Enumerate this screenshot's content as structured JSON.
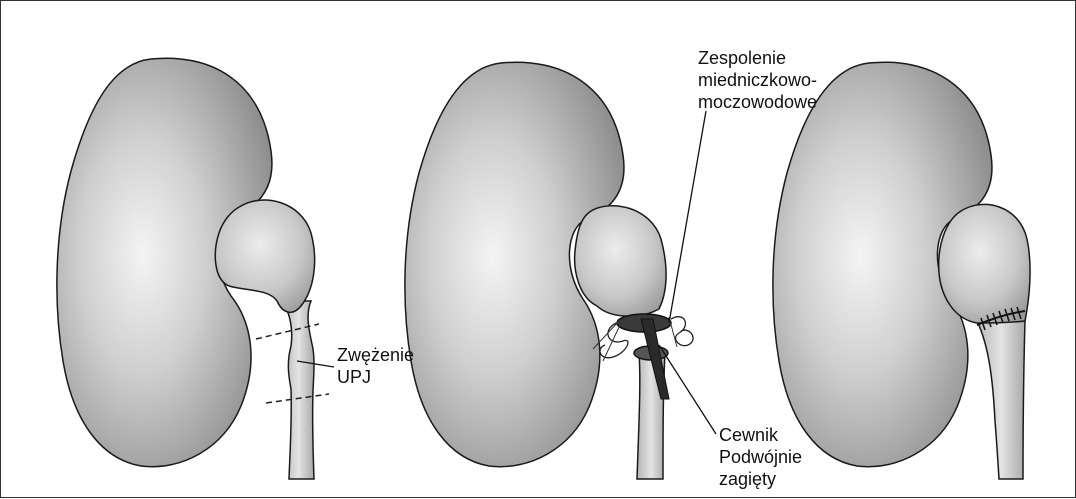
{
  "labels": {
    "stenosis_line1": "Zwężenie",
    "stenosis_line2": "UPJ",
    "anastomosis_line1": "Zespolenie",
    "anastomosis_line2": "miedniczkowo-",
    "anastomosis_line3": "moczowodowe",
    "catheter_line1": "Cewnik",
    "catheter_line2": "Podwójnie",
    "catheter_line3": "zagięty"
  },
  "colors": {
    "kidney_fill_center": "#f2f2f2",
    "kidney_fill_edge": "#8a8a8a",
    "outline": "#1a1a1a",
    "suture": "#222222",
    "border": "#333333"
  }
}
